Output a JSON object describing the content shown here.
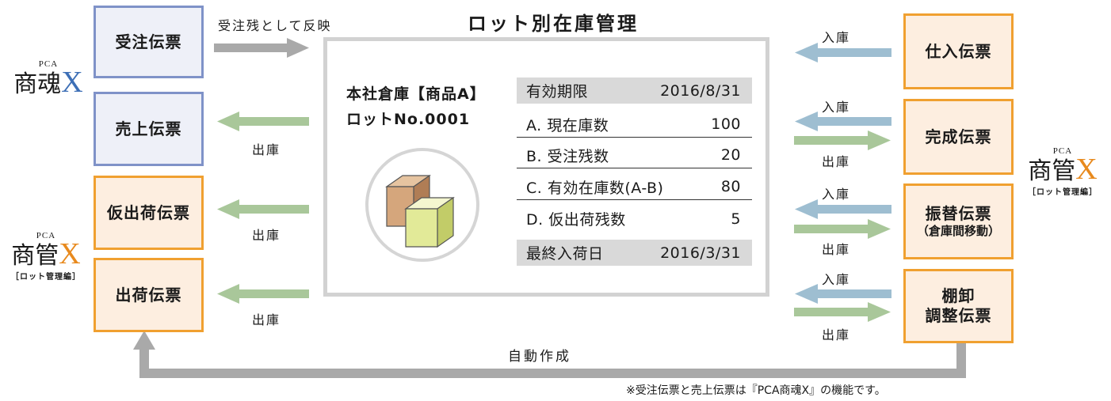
{
  "title": "ロット別在庫管理",
  "colors": {
    "orange_border": "#f0a030",
    "orange_fill": "#fdeee0",
    "blue_border": "#7f92c8",
    "blue_fill": "#eef0f8",
    "arrow_gray": "#a9a9a9",
    "arrow_blue": "#9ebed1",
    "arrow_green": "#a9c79a",
    "x_blue": "#3d6fb6",
    "x_orange": "#e88a1e"
  },
  "icons": {
    "product": "stacked-cubes-icon"
  },
  "left": {
    "order_slip": "受注伝票",
    "sales_slip": "売上伝票",
    "temp_ship_slip": "仮出荷伝票",
    "ship_slip": "出荷伝票",
    "arrow_backlog": "受注残として反映",
    "out1": "出庫",
    "out2": "出庫",
    "out3": "出庫"
  },
  "brands": {
    "shokon": {
      "pca": "PCA",
      "name": "商魂",
      "x": "X"
    },
    "shokan_left": {
      "pca": "PCA",
      "name": "商管",
      "x": "X",
      "sub": "［ロット管理編］"
    },
    "shokan_right": {
      "pca": "PCA",
      "name": "商管",
      "x": "X",
      "sub": "［ロット管理編］"
    }
  },
  "center": {
    "warehouse": "本社倉庫【商品A】",
    "lot": "ロットNo.0001",
    "rows": [
      {
        "label": "有効期限",
        "value": "2016/8/31"
      },
      {
        "label": "A. 現在庫数",
        "value": "100"
      },
      {
        "label": "B. 受注残数",
        "value": "20"
      },
      {
        "label": "C. 有効在庫数(A-B)",
        "value": "80"
      },
      {
        "label": "D. 仮出荷残数",
        "value": "5"
      },
      {
        "label": "最終入荷日",
        "value": "2016/3/31"
      }
    ]
  },
  "right": {
    "purchase_slip": "仕入伝票",
    "complete_slip": "完成伝票",
    "transfer_slip": "振替伝票",
    "transfer_sub": "（倉庫間移動）",
    "inventory_line1": "棚卸",
    "inventory_line2": "調整伝票",
    "in_labels": [
      "入庫",
      "入庫",
      "入庫",
      "入庫"
    ],
    "out_labels": [
      "出庫",
      "出庫",
      "出庫"
    ]
  },
  "auto_create": "自動作成",
  "footnote": "※受注伝票と売上伝票は『PCA商魂X』の機能です。"
}
